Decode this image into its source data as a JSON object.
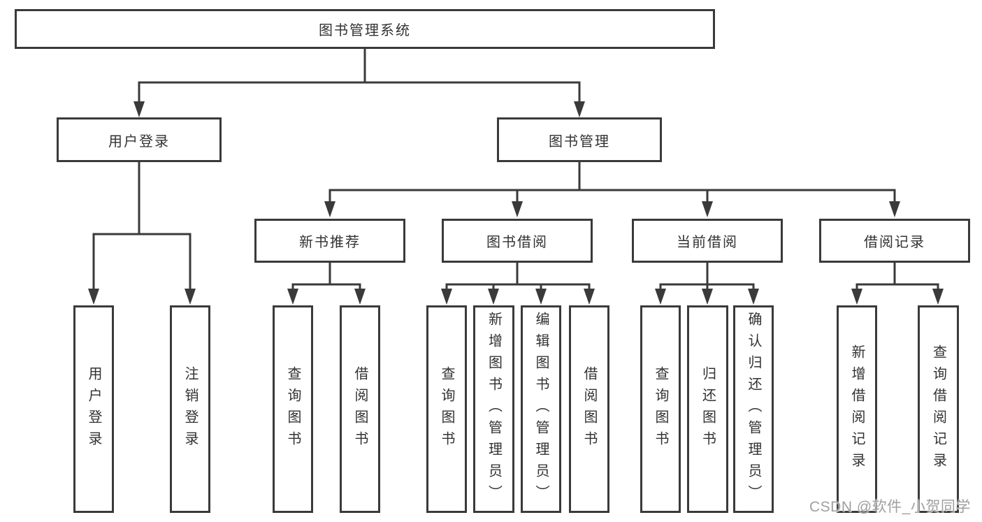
{
  "diagram": {
    "root": {
      "label": "图书管理系统"
    },
    "level1": [
      {
        "label": "用户登录"
      },
      {
        "label": "图书管理"
      }
    ],
    "level2": [
      {
        "label": "新书推荐"
      },
      {
        "label": "图书借阅"
      },
      {
        "label": "当前借阅"
      },
      {
        "label": "借阅记录"
      }
    ],
    "leaves": [
      {
        "label": "用户登录"
      },
      {
        "label": "注销登录"
      },
      {
        "label": "查询图书"
      },
      {
        "label": "借阅图书"
      },
      {
        "label": "查询图书"
      },
      {
        "label": "新增图书（管理员）"
      },
      {
        "label": "编辑图书（管理员）"
      },
      {
        "label": "借阅图书"
      },
      {
        "label": "查询图书"
      },
      {
        "label": "归还图书"
      },
      {
        "label": "确认归还（管理员）"
      },
      {
        "label": "新增借阅记录"
      },
      {
        "label": "查询借阅记录"
      }
    ],
    "watermark": "CSDN @软件_小贺同学",
    "colors": {
      "line": "#3a3a3a",
      "text": "#323232",
      "watermark": "#9f9f9f",
      "background": "#ffffff"
    }
  }
}
